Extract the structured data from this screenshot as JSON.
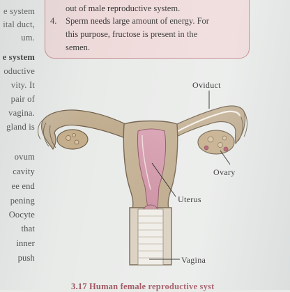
{
  "left_column": [
    {
      "text": "e system",
      "bold": false
    },
    {
      "text": "ital duct,",
      "bold": false
    },
    {
      "text": "um.",
      "bold": false
    },
    {
      "text": "e system",
      "bold": true
    },
    {
      "text": "oductive",
      "bold": false
    },
    {
      "text": "vity. It",
      "bold": false
    },
    {
      "text": "pair of",
      "bold": false
    },
    {
      "text": "vagina.",
      "bold": false
    },
    {
      "text": "gland is",
      "bold": false
    },
    {
      "text": "ovum",
      "bold": false
    },
    {
      "text": "cavity",
      "bold": false
    },
    {
      "text": "ee end",
      "bold": false
    },
    {
      "text": "pening",
      "bold": false
    },
    {
      "text": "Oocyte",
      "bold": false
    },
    {
      "text": "that",
      "bold": false
    },
    {
      "text": "inner",
      "bold": false
    },
    {
      "text": "push",
      "bold": false
    }
  ],
  "note_box": {
    "line_1": "out of male reproductive system.",
    "item_number": "4.",
    "line_2": "Sperm needs large amount of energy. For",
    "line_3": "this purpose, fructose is present in the",
    "line_4": "semen."
  },
  "diagram_labels": {
    "oviduct": "Oviduct",
    "ovary": "Ovary",
    "uterus": "Uterus",
    "vagina": "Vagina"
  },
  "caption": "3.17 Human female reproductive syst",
  "colors": {
    "box_fill": "#efdada",
    "box_border": "#c67f84",
    "caption": "#9b4e59",
    "tissue": "#c9b79a",
    "cavity": "#d8a3b3"
  }
}
